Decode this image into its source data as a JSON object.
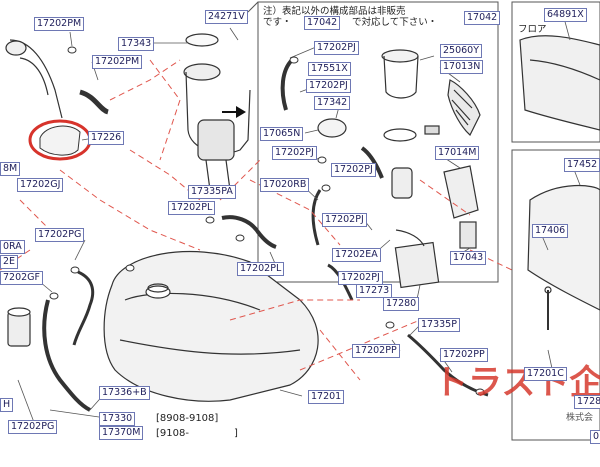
{
  "colors": {
    "label_border": "#6e78b4",
    "leader_red": "#e0574e",
    "line": "#555555",
    "highlight": "#d7332b",
    "watermark": "#d63a2e"
  },
  "notes": {
    "detail_line1": "注）表記以外の構成部品は非販売",
    "detail_line2a": "です・",
    "detail_line2b": "で対応して下さい・",
    "floor": "フロア",
    "date_range_1": "[8908-9108]",
    "date_range_2": "[9108-",
    "date_range_2_close": "]"
  },
  "labels": {
    "p17202PM_a": "17202PM",
    "p17343": "17343",
    "p24271V": "24271V",
    "p17202PM_b": "17202PM",
    "p17226": "17226",
    "p8M": "8M",
    "p17202GJ": "17202GJ",
    "p17335PA": "17335PA",
    "p17202PL_a": "17202PL",
    "p17202PL_b": "17202PL",
    "p0RA": "0RA",
    "p17202PG_a": "17202PG",
    "p2E": "2E",
    "p7202GF": "7202GF",
    "pH": "H",
    "p17202PG_b": "17202PG",
    "p17336B": "17336+B",
    "p17330": "17330",
    "p17370M": "17370M",
    "p17201": "17201",
    "p17042_inline": "17042",
    "p17042": "17042",
    "p17202PJ_a": "17202PJ",
    "p17551X": "17551X",
    "p17202PJ_b": "17202PJ",
    "p17342": "17342",
    "p25060Y": "25060Y",
    "p17013N": "17013N",
    "p17065N": "17065N",
    "p17202PJ_c": "17202PJ",
    "p17202PJ_d": "17202PJ",
    "p17014M": "17014M",
    "p17020RB": "17020RB",
    "p17202PJ_e": "17202PJ",
    "p17202EA": "17202EA",
    "p17202PJ_f": "17202PJ",
    "p17273": "17273",
    "p17043": "17043",
    "p17280": "17280",
    "p17335P": "17335P",
    "p17202PP_a": "17202PP",
    "p17202PP_b": "17202PP",
    "p64891X": "64891X",
    "p17452": "17452",
    "p17406": "17406",
    "p17201C": "17201C",
    "p1728": "1728",
    "p0": "0"
  },
  "watermark": {
    "text": "トラスト企",
    "sub": "株式会"
  }
}
